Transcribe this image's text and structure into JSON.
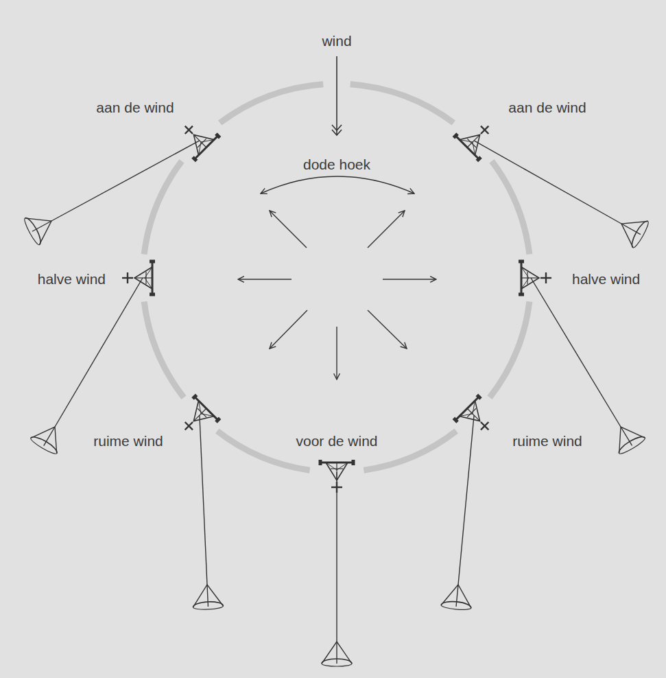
{
  "diagram": {
    "labels": [
      "wind",
      "aan de wind",
      "aan de wind",
      "dode hoek",
      "halve wind",
      "halve wind",
      "ruime wind",
      "voor de wind",
      "ruime wind"
    ]
  }
}
